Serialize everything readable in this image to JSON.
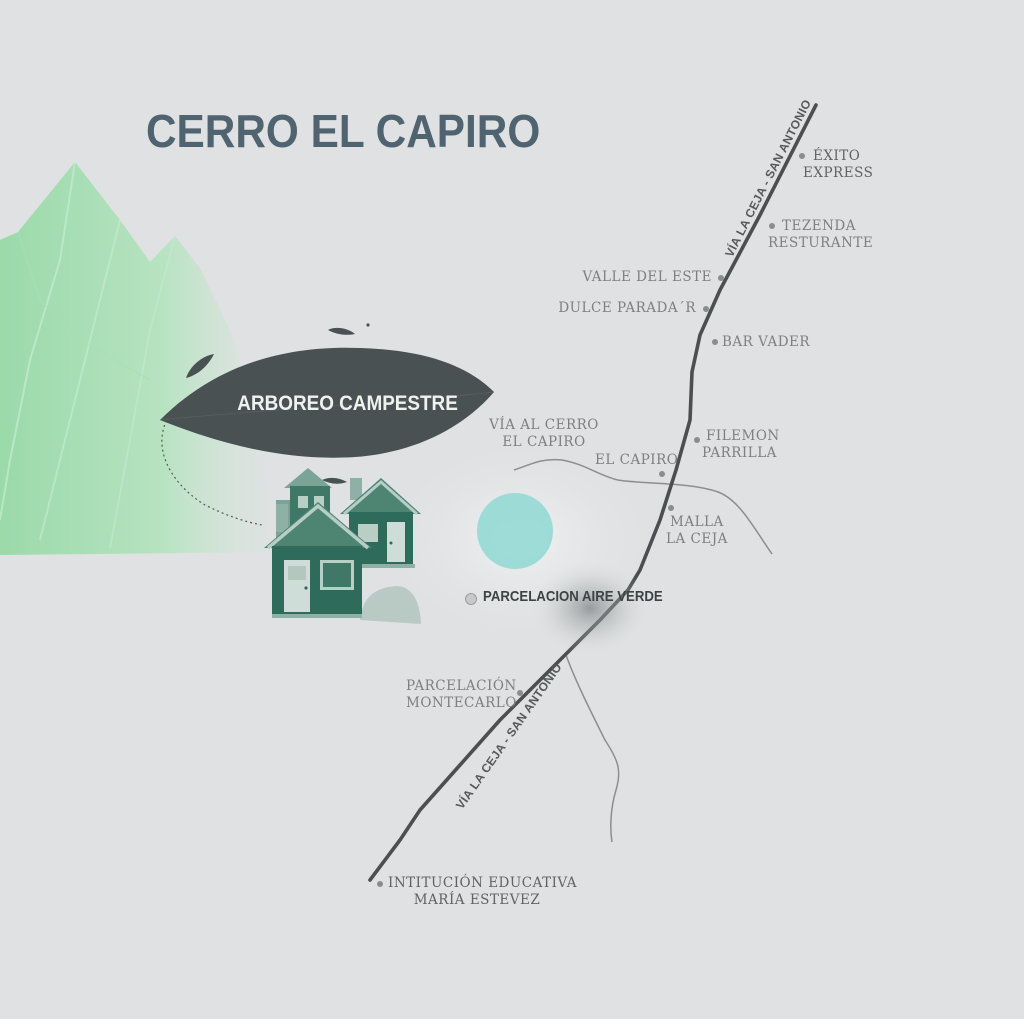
{
  "map": {
    "title": "CERRO EL CAPIRO",
    "featured": {
      "leaf_label": "ARBOREO CAMPESTRE",
      "marker_label": "PARCELACION AIRE VERDE"
    },
    "roads": {
      "main_upper_label": "VÍA LA CEJA - SAN ANTONIO",
      "main_lower_label": "VÍA LA CEJA - SAN ANTONIO"
    },
    "places": {
      "exito": {
        "line1": "ÉXITO",
        "line2": "EXPRESS"
      },
      "tezenda": {
        "line1": "TEZENDA",
        "line2": "RESTURANTE"
      },
      "valle_del_este": "VALLE DEL ESTE",
      "dulce_parada": "DULCE  PARADA´R",
      "bar_vader": "BAR VADER",
      "via_al_cerro": {
        "line1": "VÍA AL CERRO",
        "line2": "EL CAPIRO"
      },
      "el_capiro": "EL CAPIRO",
      "filemon": {
        "line1": "FILEMON",
        "line2": "PARRILLA"
      },
      "malla": {
        "line1": "MALLA",
        "line2": "LA CEJA"
      },
      "montecarlo": {
        "line1": "PARCELACIÓN",
        "line2": "MONTECARLO"
      },
      "intitucion": {
        "line1": "INTITUCIÓN EDUCATIVA",
        "line2": "MARÍA ESTEVEZ"
      }
    },
    "icons": {
      "mountain": "mountain-illustration",
      "houses": "houses-illustration",
      "leaf": "leaf-shape",
      "marker": "water-circle-marker"
    },
    "colors": {
      "background": "#dfe1e2",
      "title": "#4f6470",
      "mountain": "#8fd6a0",
      "leaf": "#4a5152",
      "house": "#2f6b5a",
      "marker": "#8fd6d0",
      "road": "#4c4f50",
      "labels": "#7d7f81"
    }
  }
}
